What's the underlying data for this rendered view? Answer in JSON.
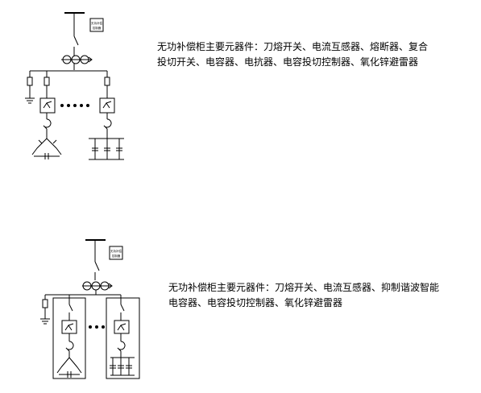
{
  "diagram1": {
    "description": "无功补偿柜主要元器件：刀熔开关、电流互感器、熔断器、复合投切开关、电容器、电抗器、电容投切控制器、氧化锌避雷器",
    "meter_label_line1": "无功补偿",
    "meter_label_line2": "控制器"
  },
  "diagram2": {
    "description": "无功补偿柜主要元器件：刀熔开关、电流互感器、抑制谐波智能电容器、电容投切控制器、氧化锌避雷器",
    "meter_label_line1": "无功补偿",
    "meter_label_line2": "控制器"
  }
}
